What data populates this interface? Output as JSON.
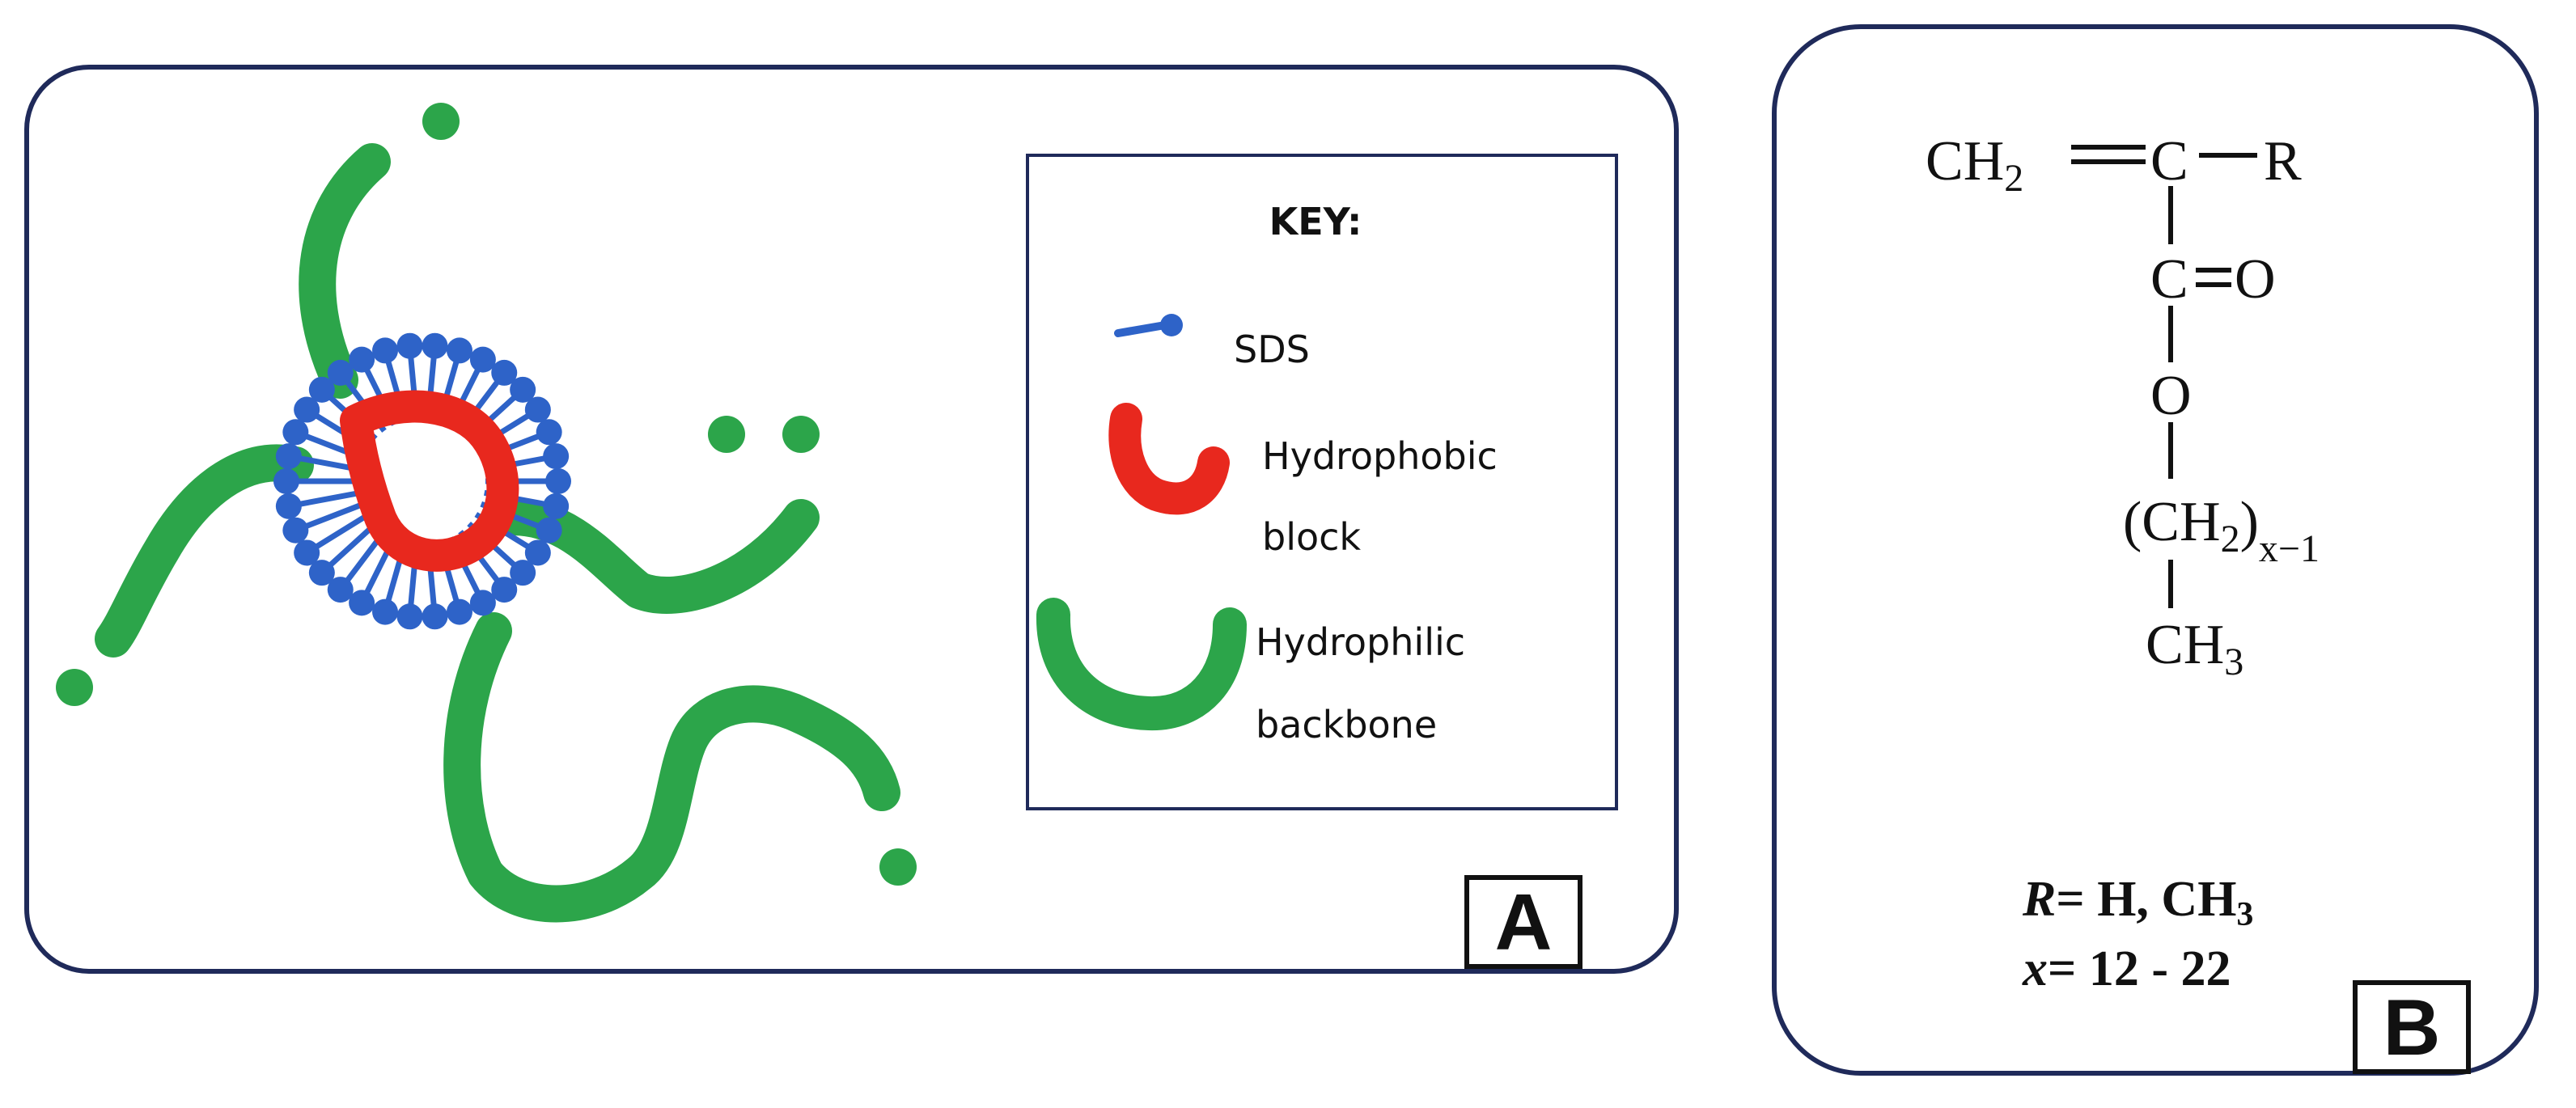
{
  "colors": {
    "border": "#1f2a5a",
    "sds": "#2e63c8",
    "hydrophobic": "#e8281e",
    "hydrophilic": "#2ca54a",
    "text": "#111111"
  },
  "panel_a": {
    "label": "A",
    "key": {
      "title": "KEY:",
      "items": [
        {
          "icon": "sds-icon",
          "line1": "SDS",
          "line2": ""
        },
        {
          "icon": "hydrophobic-block-icon",
          "line1": "Hydrophobic",
          "line2": "block"
        },
        {
          "icon": "hydrophilic-backbone-icon",
          "line1": "Hydrophilic",
          "line2": "backbone"
        }
      ]
    }
  },
  "panel_b": {
    "label": "B",
    "structure": {
      "ch2_main": "CH",
      "ch2_sub": "2",
      "carbon_top": "C",
      "r_group": "R",
      "carbon_carbonyl": "C",
      "oxygen_double": "O",
      "oxygen_ester": "O",
      "chain_open": "(CH",
      "chain_h_sub": "2",
      "chain_close": ")",
      "chain_subscript": "x−1",
      "terminal_main": "CH",
      "terminal_sub": "3"
    },
    "definitions": {
      "r_symbol": "R",
      "r_value_main": "= H, CH",
      "r_value_sub": "3",
      "x_symbol": "x",
      "x_value": "= 12 - 22"
    }
  }
}
